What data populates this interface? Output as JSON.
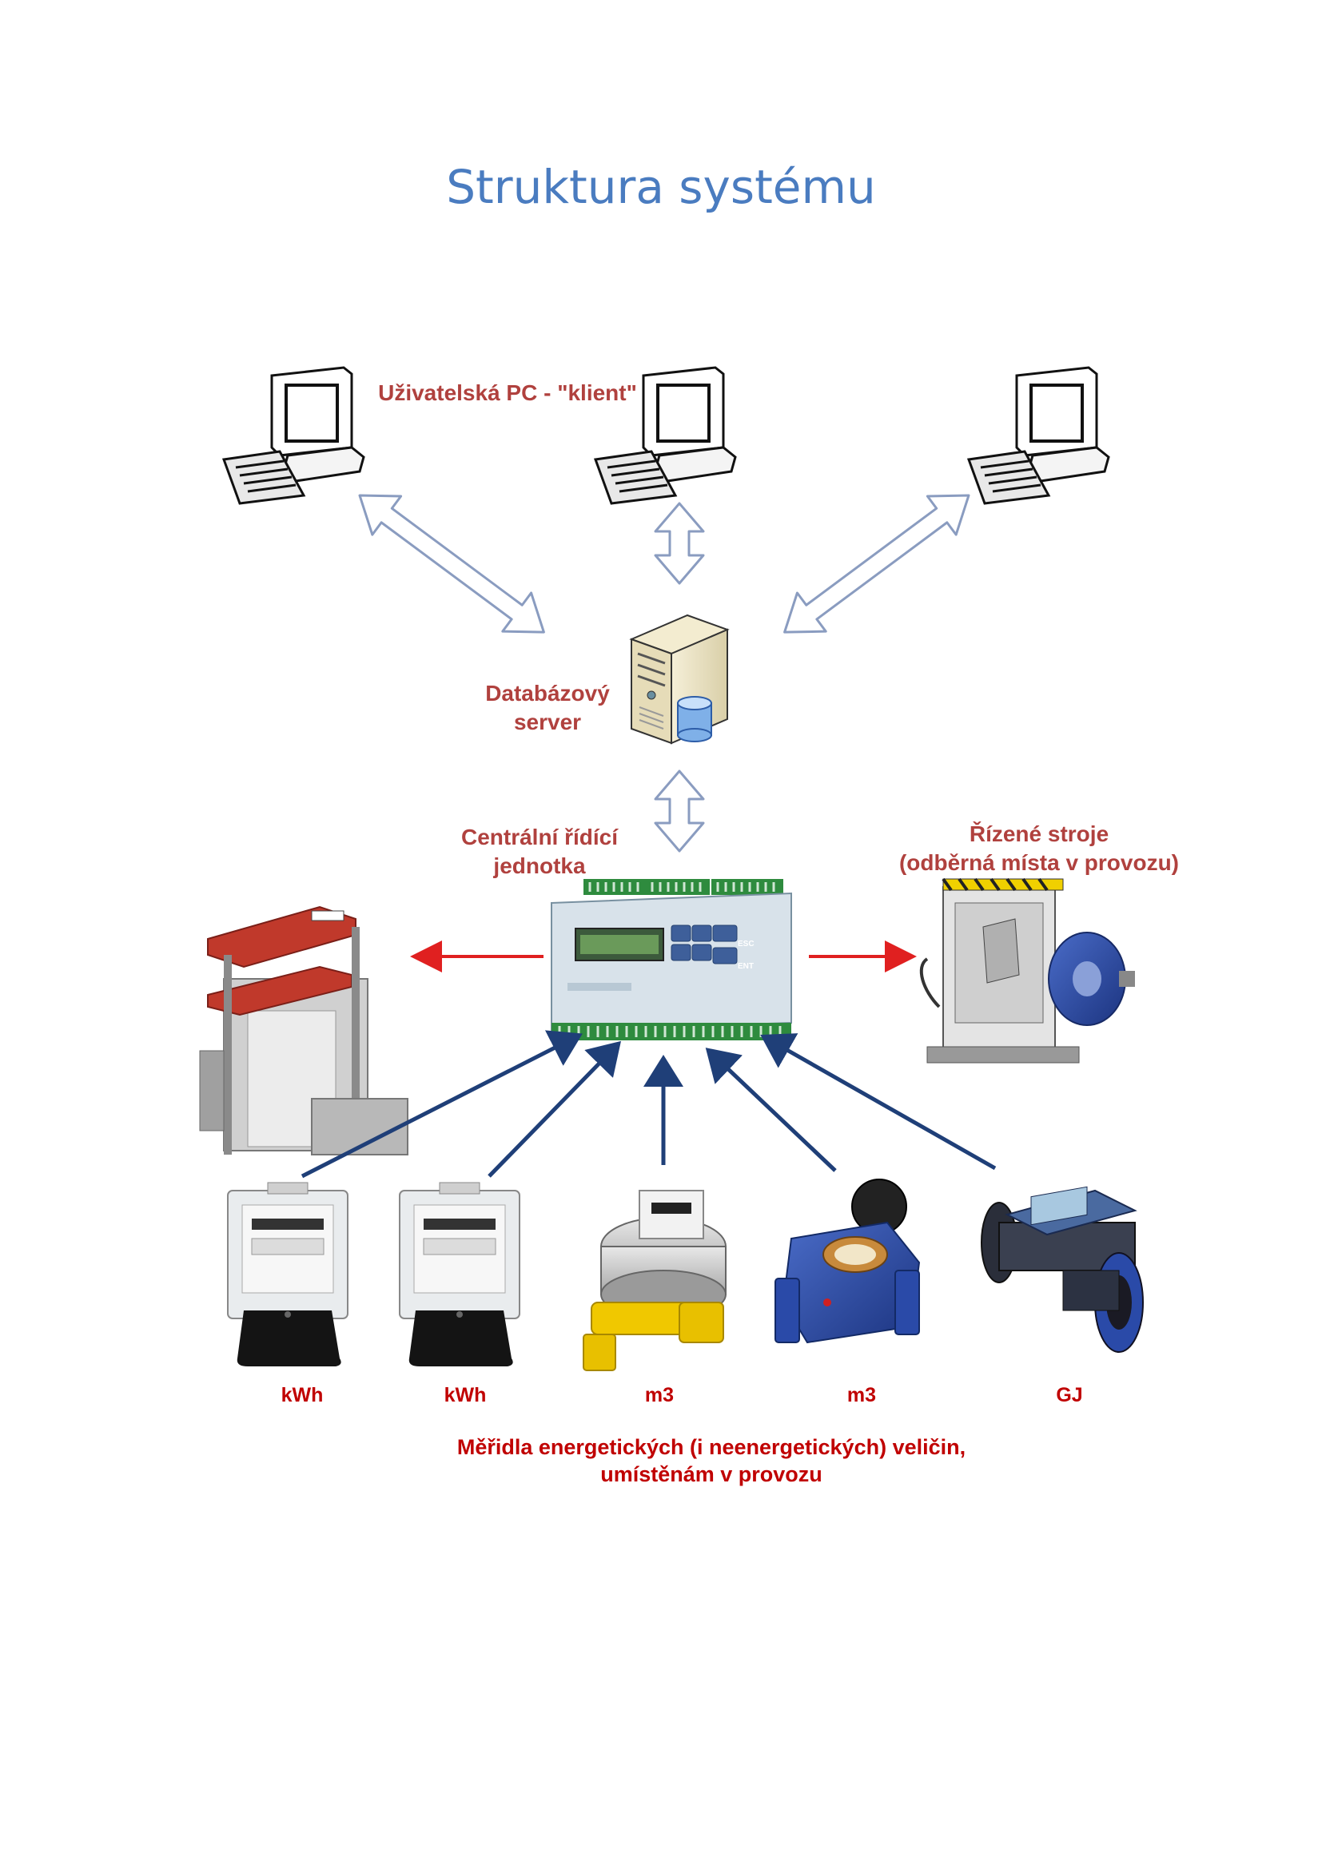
{
  "title": "Struktura systému",
  "labels": {
    "clients": "Uživatelská PC - \"klient\"",
    "server_line1": "Databázový",
    "server_line2": "server",
    "controller_line1": "Centrální řídící",
    "controller_line2": "jednotka",
    "machines_line1": "Řízené stroje",
    "machines_line2": "(odběrná místa v provozu)"
  },
  "controller_keys": {
    "esc": "ESC",
    "ent": "ENT"
  },
  "units": [
    "kWh",
    "kWh",
    "m3",
    "m3",
    "GJ"
  ],
  "caption_line1": "Měřidla energetických (i neenergetických) veličin,",
  "caption_line2": "umístěnám v provozu",
  "colors": {
    "title": "#4a7cc0",
    "label": "#b0413e",
    "unit": "#c00000",
    "meter_arrow": "#1f3f78",
    "control_arrow": "#e02020",
    "comm_arrow_fill": "#ffffff",
    "comm_arrow_stroke": "#8a9cc0"
  }
}
